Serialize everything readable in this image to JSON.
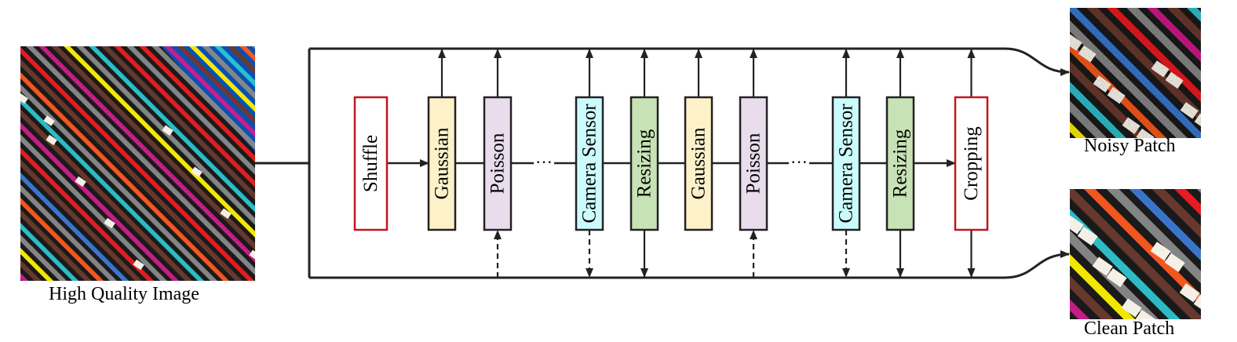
{
  "captions": {
    "input": "High Quality Image",
    "noisy": "Noisy Patch",
    "clean": "Clean Patch"
  },
  "pipeline": [
    {
      "label": "Shuffle",
      "fill": "#ffffff",
      "stroke": "#c0161c"
    },
    {
      "label": "Gaussian",
      "fill": "#fdf1c9",
      "stroke": "#222222"
    },
    {
      "label": "Poisson",
      "fill": "#e9dcec",
      "stroke": "#222222"
    },
    {
      "label": "Camera Sensor",
      "fill": "#ccfbfc",
      "stroke": "#222222"
    },
    {
      "label": "Resizing",
      "fill": "#c7e2b4",
      "stroke": "#222222"
    },
    {
      "label": "Gaussian",
      "fill": "#fdf1c9",
      "stroke": "#222222"
    },
    {
      "label": "Poisson",
      "fill": "#e9dcec",
      "stroke": "#222222"
    },
    {
      "label": "Camera Sensor",
      "fill": "#ccfbfc",
      "stroke": "#222222"
    },
    {
      "label": "Resizing",
      "fill": "#c7e2b4",
      "stroke": "#222222"
    },
    {
      "label": "Cropping",
      "fill": "#ffffff",
      "stroke": "#c0161c"
    }
  ],
  "ellipsis": "···",
  "colors": {
    "line": "#222222",
    "stripes": [
      "#ef1c24",
      "#d01c8b",
      "#2ec4cf",
      "#fff200",
      "#ff5a1f",
      "#3a7bd5",
      "#8a8a8a",
      "#6b3a2e"
    ],
    "sky": "#0b4fb3"
  }
}
